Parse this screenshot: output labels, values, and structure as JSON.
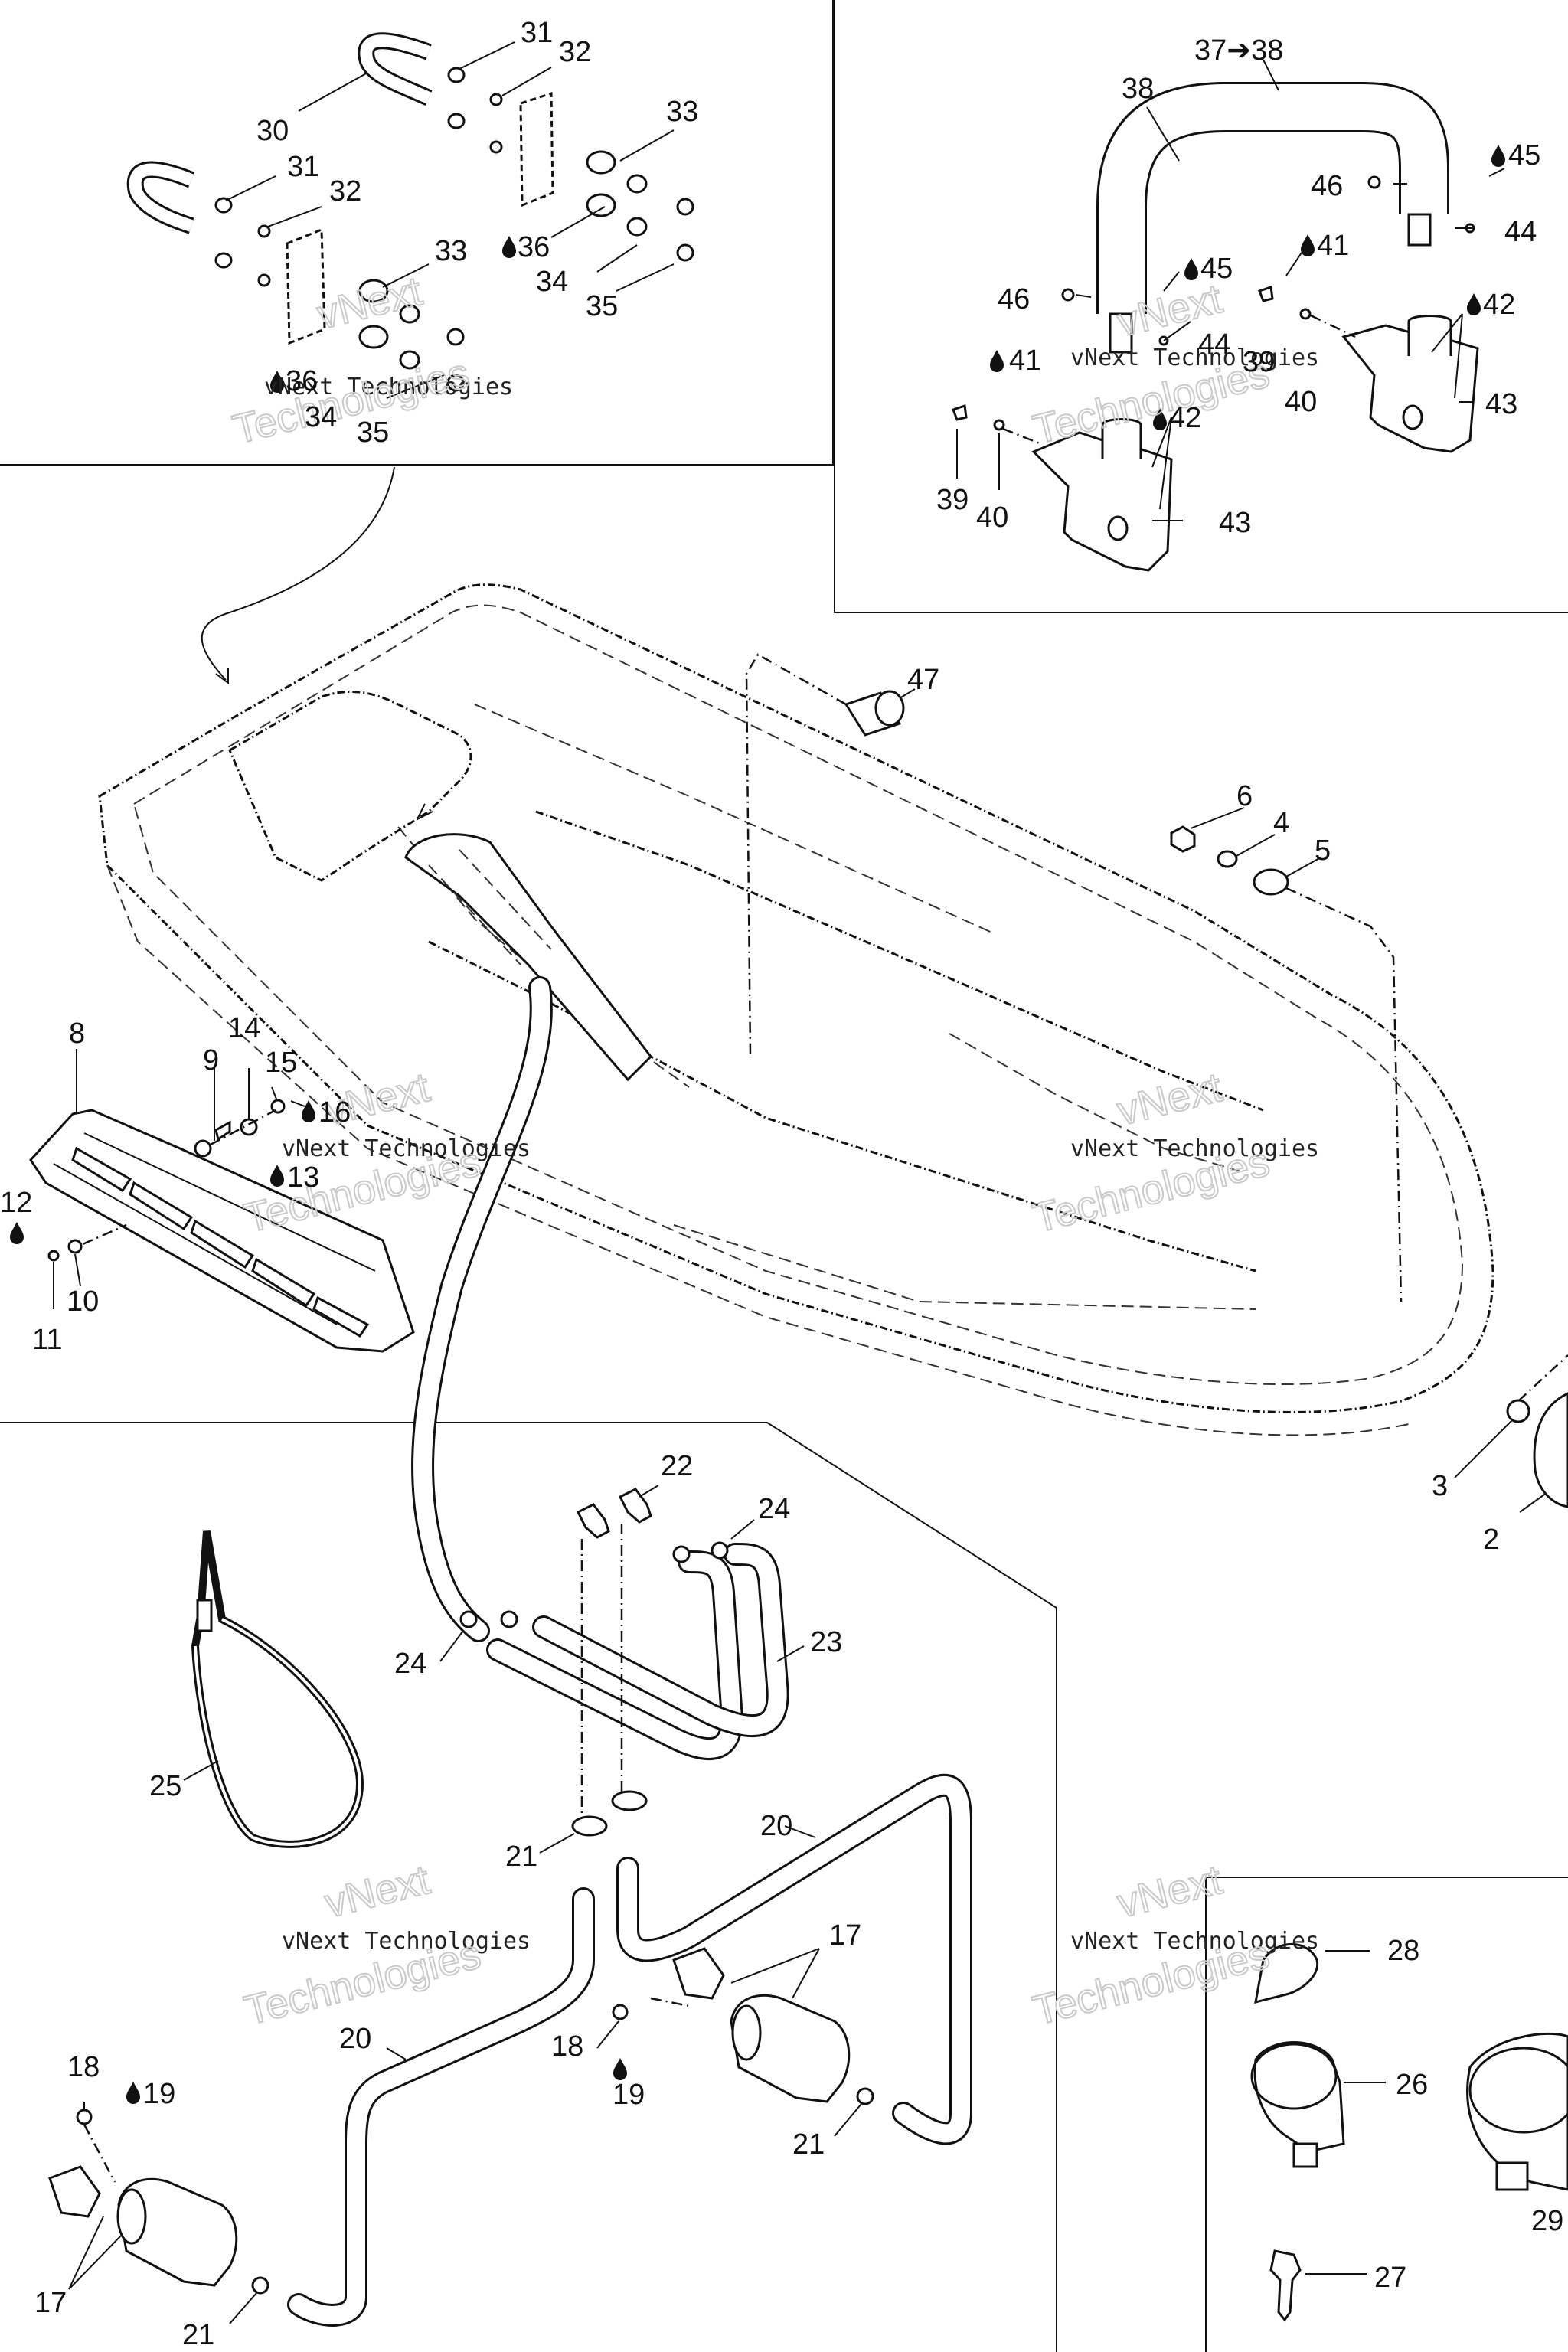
{
  "watermark": {
    "line1": "vNext Technologies",
    "line2": "vNext",
    "line3": "Technologies"
  },
  "callouts": [
    {
      "id": "c30",
      "text": "30"
    },
    {
      "id": "c31a",
      "text": "31"
    },
    {
      "id": "c32a",
      "text": "32"
    },
    {
      "id": "c33a",
      "text": "33"
    },
    {
      "id": "c31b",
      "text": "31"
    },
    {
      "id": "c32b",
      "text": "32"
    },
    {
      "id": "c33b",
      "text": "33"
    },
    {
      "id": "c36a",
      "text": "36"
    },
    {
      "id": "c34a",
      "text": "34"
    },
    {
      "id": "c35a",
      "text": "35"
    },
    {
      "id": "c36b",
      "text": "36"
    },
    {
      "id": "c34b",
      "text": "34"
    },
    {
      "id": "c35b",
      "text": "35"
    },
    {
      "id": "c3738",
      "text": "37➔38"
    },
    {
      "id": "c38",
      "text": "38"
    },
    {
      "id": "c45a",
      "text": "45"
    },
    {
      "id": "c46a",
      "text": "46"
    },
    {
      "id": "c44a",
      "text": "44"
    },
    {
      "id": "c41a",
      "text": "41"
    },
    {
      "id": "c45b",
      "text": "45"
    },
    {
      "id": "c46b",
      "text": "46"
    },
    {
      "id": "c44b",
      "text": "44"
    },
    {
      "id": "c42a",
      "text": "42"
    },
    {
      "id": "c39a",
      "text": "39"
    },
    {
      "id": "c40a",
      "text": "40"
    },
    {
      "id": "c43a",
      "text": "43"
    },
    {
      "id": "c41b",
      "text": "41"
    },
    {
      "id": "c42b",
      "text": "42"
    },
    {
      "id": "c39b",
      "text": "39"
    },
    {
      "id": "c40b",
      "text": "40"
    },
    {
      "id": "c43b",
      "text": "43"
    },
    {
      "id": "c47",
      "text": "47"
    },
    {
      "id": "c6",
      "text": "6"
    },
    {
      "id": "c4",
      "text": "4"
    },
    {
      "id": "c5",
      "text": "5"
    },
    {
      "id": "c8",
      "text": "8"
    },
    {
      "id": "c14",
      "text": "14"
    },
    {
      "id": "c9",
      "text": "9"
    },
    {
      "id": "c15",
      "text": "15"
    },
    {
      "id": "c16",
      "text": "16"
    },
    {
      "id": "c13",
      "text": "13"
    },
    {
      "id": "c12",
      "text": "12"
    },
    {
      "id": "c10",
      "text": "10"
    },
    {
      "id": "c11",
      "text": "11"
    },
    {
      "id": "c3",
      "text": "3"
    },
    {
      "id": "c2",
      "text": "2"
    },
    {
      "id": "c22",
      "text": "22"
    },
    {
      "id": "c24a",
      "text": "24"
    },
    {
      "id": "c23",
      "text": "23"
    },
    {
      "id": "c24b",
      "text": "24"
    },
    {
      "id": "c25",
      "text": "25"
    },
    {
      "id": "c21a",
      "text": "21"
    },
    {
      "id": "c20a",
      "text": "20"
    },
    {
      "id": "c17a",
      "text": "17"
    },
    {
      "id": "c20b",
      "text": "20"
    },
    {
      "id": "c18a",
      "text": "18"
    },
    {
      "id": "c19a",
      "text": "19"
    },
    {
      "id": "c21b",
      "text": "21"
    },
    {
      "id": "c18b",
      "text": "18"
    },
    {
      "id": "c19b",
      "text": "19"
    },
    {
      "id": "c17b",
      "text": "17"
    },
    {
      "id": "c21c",
      "text": "21"
    },
    {
      "id": "c28",
      "text": "28"
    },
    {
      "id": "c26",
      "text": "26"
    },
    {
      "id": "c27",
      "text": "27"
    },
    {
      "id": "c29",
      "text": "29"
    }
  ]
}
